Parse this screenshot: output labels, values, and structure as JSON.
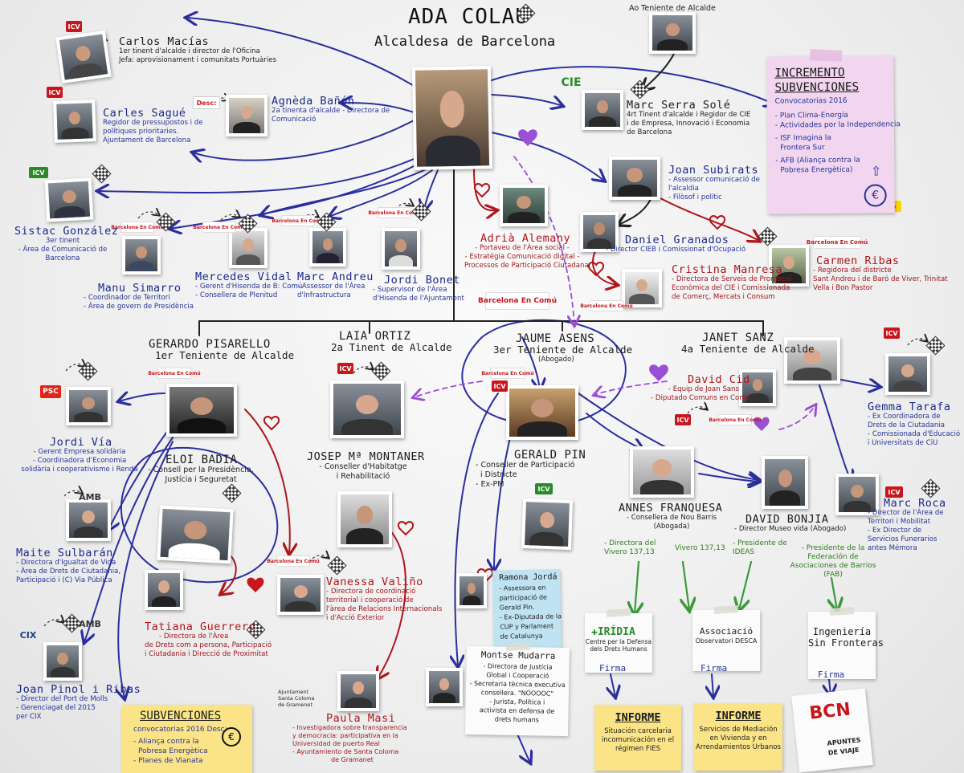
{
  "header": {
    "title": "ADA COLAU",
    "subtitle": "Alcaldesa de Barcelona"
  },
  "people": {
    "carlos_macias": {
      "name": "Carlos Macías",
      "desc": [
        "1er tinent d'alcalde i director de l'Oficina",
        "Jefa: aprovisionament i comunitats Portuàries"
      ]
    },
    "carles_sague": {
      "name": "Carles Sagué",
      "desc": [
        "Regidor de pressupostos i de",
        "polítiques prioritaries.",
        "Ajuntament de Barcelona"
      ]
    },
    "agneda_banon": {
      "name": "Agnèda Bañón",
      "desc": [
        "2a tinenta d'alcalde - Directora de",
        "Comunicació"
      ]
    },
    "sistac": {
      "name": "Sistac González",
      "desc": [
        "3er tinent",
        "- Àrea de Comunicació de",
        "Barcelona"
      ]
    },
    "manu": {
      "name": "Manu Simarro",
      "desc": [
        "- Coordinador de Territori",
        "- Àrea de govern de Presidència"
      ]
    },
    "mercedes": {
      "name": "Mercedes Vidal",
      "desc": [
        "- Gerent d'Hisenda de B: Comú",
        "- Consellera de Plenitud"
      ]
    },
    "marc_andreu": {
      "name": "Marc Andreu",
      "desc": [
        "- Assessor de l'Àrea",
        "d'Infrastructura"
      ]
    },
    "jordi_bonet": {
      "name": "Jordi Bonet",
      "desc": [
        "- Supervisor de l'Àrea",
        "d'Hisenda de l'Ajuntament"
      ]
    },
    "adria": {
      "name": "Adrià Alemany",
      "desc": [
        "- Portaveu de l'Àrea social -",
        "- Estratègia Comunicació digital -",
        "Processos de Participació Ciutadana"
      ]
    },
    "marc_serra": {
      "name": "Marc Serra Solé",
      "desc": [
        "4rt Tinent d'alcalde i Regidor de CIE",
        "i de Empresa, Innovació i Economia",
        "de Barcelona"
      ]
    },
    "joan_subirats": {
      "name": "Joan Subirats",
      "desc": [
        "- Assessor comunicació de",
        "l'alcaldia",
        "- Filòsof i polític"
      ]
    },
    "daniel": {
      "name": "Daniel Granados",
      "desc": [
        "- Director CIEB i Comissionat d'Ocupació"
      ]
    },
    "cristina": {
      "name": "Cristina Manresa",
      "desc": [
        "- Directora de Serveis de Promoció",
        "Econòmica del CIE i Comissionada",
        "de Comerç, Mercats i Consum"
      ]
    },
    "carmen": {
      "name": "Carmen Ribas",
      "desc": [
        "- Regidora del districte",
        "Sant Andreu i de Baró de Viver, Trinitat",
        "Vella i Bon Pastor"
      ]
    },
    "gerardo": {
      "name": "GERARDO PISARELLO",
      "role": "1er Teniente de Alcalde"
    },
    "laia": {
      "name": "LAIA ORTIZ",
      "role": "2a Tinent de Alcalde"
    },
    "jaume": {
      "name": "JAUME ASENS",
      "role": "3er Teniente de Alcalde",
      "note": "(Abogado)"
    },
    "janet": {
      "name": "JANET SANZ",
      "role": "4a Teniente de Alcalde"
    },
    "jordi_via": {
      "name": "Jordi Vía",
      "desc": [
        "- Gerent Empresa solidària",
        "- Coordinadora d'Economia",
        "solidària i cooperativisme i Renda"
      ]
    },
    "eloi": {
      "name": "ELOI BADIA",
      "desc": [
        "- Consell per la Presidència,",
        "Justícia i Seguretat"
      ]
    },
    "josep": {
      "name": "JOSEP Mª MONTANER",
      "desc": [
        "- Conseller d'Habitatge",
        "i Rehabilitació"
      ]
    },
    "gerald": {
      "name": "GERALD PIN",
      "desc": [
        "- Conseller de Participació",
        "i Districte",
        "- Ex-PM"
      ]
    },
    "david_cid": {
      "name": "David Cid",
      "desc": [
        "- Equip de Joan Sans",
        "- Diputado Comuns en Comú"
      ]
    },
    "gemma": {
      "name": "Gemma Tarafa",
      "desc": [
        "- Ex Coordinadora de",
        "Drets de la Ciutadania",
        "- Comissionada d'Educació",
        "i Universitats de CiU"
      ]
    },
    "maite": {
      "name": "Maite Sulbarán",
      "desc": [
        "- Directora d'Igualtat de Vida",
        "- Àrea de Drets de Ciutadania,",
        "Participació i (C) Via Pública"
      ]
    },
    "annes": {
      "name": "ANNES FRANQUESA",
      "desc": [
        "- Consellera de Nou Barris",
        "(Abogada)"
      ]
    },
    "david_bonjia": {
      "name": "DAVID BONJIA",
      "desc": [
        "- Director Museo vida (Abogado)"
      ]
    },
    "marc_roca": {
      "name": "Marc Roca",
      "desc": [
        "- Director de l'Àrea de",
        "Territori i Mobilitat",
        "- Ex Director de",
        "Servicios Funerarios",
        "antes Mémora"
      ]
    },
    "vanessa": {
      "name": "Vanessa Valiño",
      "desc": [
        "- Directora de coordinació",
        "territorial i cooperació de",
        "l'àrea de Relacions Internacionals",
        "i d'Acció Exterior"
      ]
    },
    "tatiana": {
      "name": "Tatiana Guerrero",
      "desc": [
        "- Directora de l'Àrea",
        "de Drets com a persona, Participació",
        "i Ciutadania i Direcció de Proximitat"
      ]
    },
    "ramona": {
      "name": "Ramona Jordá",
      "desc": [
        "- Assessora en",
        "participació de",
        "Gerald Pin.",
        "- Ex-Diputada de la",
        "CUP y Parlament",
        "de Catalunya"
      ]
    },
    "montse": {
      "name": "Montse Mudarra",
      "desc": [
        "- Directora de Justícia",
        "Global i Cooperació",
        "- Secretaria tècnica executiva",
        "consellera. \"NOOOOC\"",
        "- Jurista, Política i",
        "activista en defensa de",
        "drets humans"
      ]
    },
    "joan_pinol": {
      "name": "Joan Pinol i Ribas",
      "desc": [
        "- Director del Port de Molls",
        "- Gerenciagat del 2015",
        "per CIX"
      ]
    },
    "paula": {
      "name": "Paula Masi",
      "desc": [
        "- Investigadora sobre transparencia",
        "y democracia: participativa en la",
        "Universidad de puerto Real",
        "- Ayuntamiento de Santa Coloma",
        "de Gramanet"
      ]
    }
  },
  "green_labels": {
    "vivero_left": [
      "- Directora del",
      "Vivero 137,13"
    ],
    "vivero_right": [
      "Vivero 137,13"
    ],
    "ideas": [
      "- Presidente de",
      "IDEAS"
    ],
    "fab": [
      "- Presidente de la",
      "Federación de",
      "Asociaciones de Barrios",
      "(FAB)"
    ]
  },
  "notes": {
    "incremento": {
      "title1": "INCREMENTO",
      "title2": "SUBVENCIONES",
      "subtitle": "Convocatorias 2016",
      "items": [
        "- Plan Clima-Energía",
        "- Actividades por la Independencia",
        "- ISF Imagina la",
        "Frontera Sur",
        "- AFB (Aliança contra la",
        "Pobresa Energètica)"
      ]
    },
    "subvenciones": {
      "title": "SUBVENCIONES",
      "subtitle": "convocatorias 2016  Desc:",
      "items": [
        "- Aliança contra la",
        "Pobresa Energètica",
        "- Planes de Vianata"
      ]
    },
    "informe1": {
      "title": "INFORME",
      "lines": [
        "Situación carcelaria",
        "incomunicación en el",
        "régimen FIES"
      ]
    },
    "informe2": {
      "title": "INFORME",
      "lines": [
        "Servicios de Mediación",
        "en Vivienda y en",
        "Arrendamientos Urbanos"
      ]
    },
    "iridia": {
      "name": "IRÍDIA",
      "lines": [
        "Centre per la Defensa",
        "dels Drets Humans"
      ]
    },
    "desca": {
      "lines": [
        "Associació",
        "Observatori DESCA"
      ]
    },
    "isf": {
      "lines": [
        "Ingeniería",
        "Sin Fronteras"
      ]
    },
    "apuntes": {
      "logo": "BCN",
      "lines": [
        "APUNTES",
        "DE VIAJE"
      ]
    }
  },
  "firma_label": "Firma",
  "top_label": "Ao Teniente de Alcalde",
  "logos": {
    "icv": "ICV",
    "bec": "Barcelona En Comú",
    "psc": "PSC",
    "cup": "cup",
    "desc": "Desc:",
    "cie": "CIE",
    "amb": "AMB",
    "cix": "CIX",
    "bec_big": "Barcelona En Comú",
    "ajuntament": "Ajuntament Santa Coloma de Gramenet"
  },
  "colors": {
    "ink_blue": "#2b2f9e",
    "ink_red": "#b0151b",
    "ink_green": "#3a9a3a",
    "ink_purple": "#9b4fd4"
  }
}
